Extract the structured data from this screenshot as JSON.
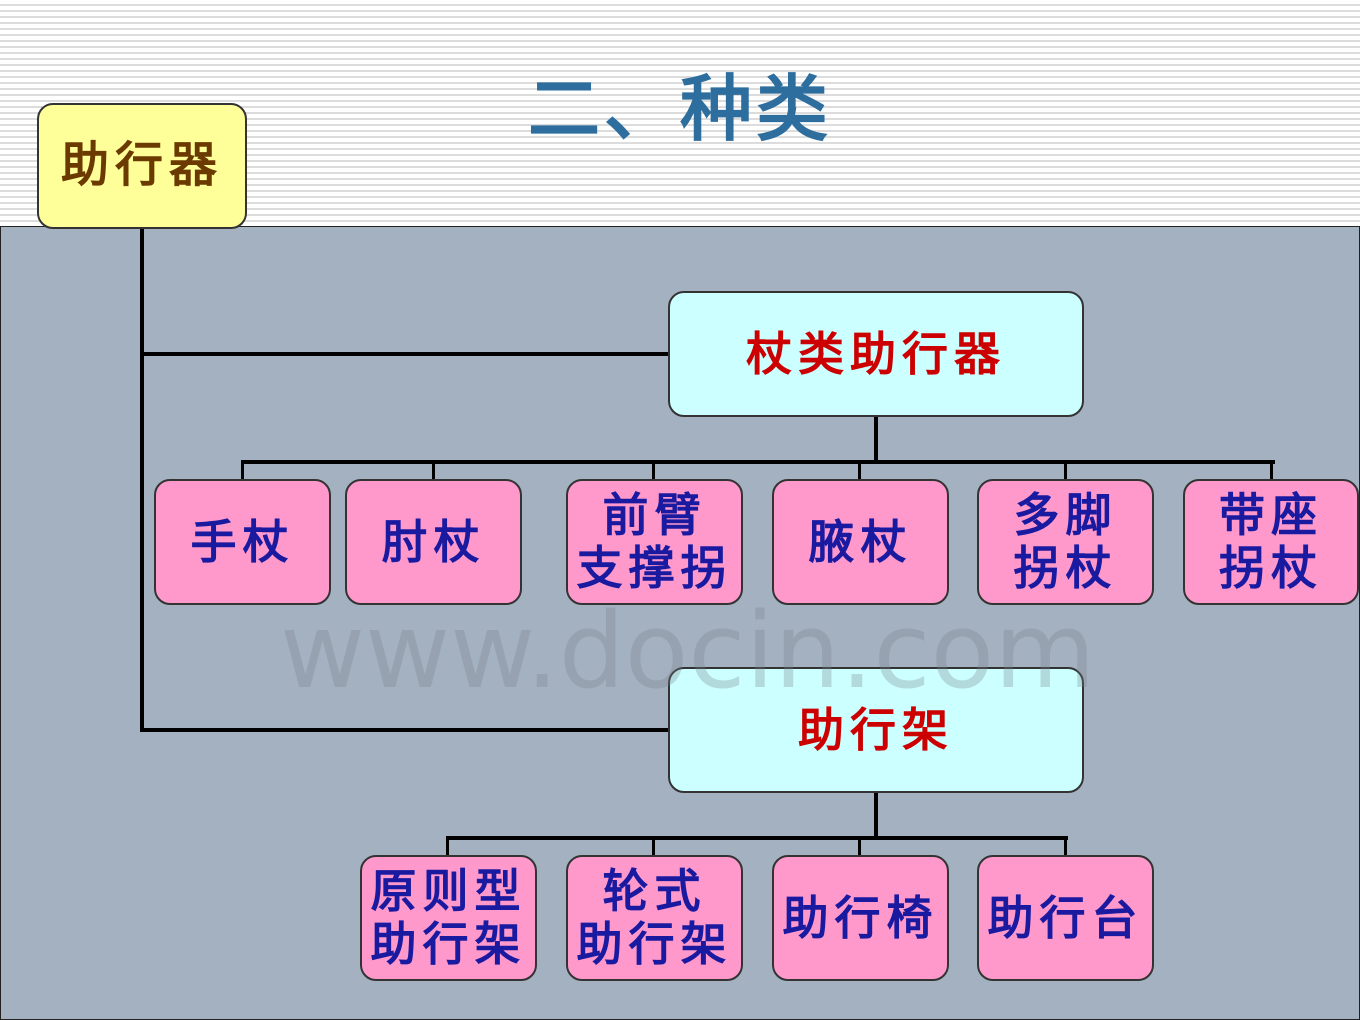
{
  "title": "二、种类",
  "root": "助行器",
  "categories": [
    {
      "label": "杖类助行器",
      "children": [
        [
          "手杖"
        ],
        [
          "肘杖"
        ],
        [
          "前臂",
          "支撑拐"
        ],
        [
          "腋杖"
        ],
        [
          "多脚",
          "拐杖"
        ],
        [
          "带座",
          "拐杖"
        ]
      ]
    },
    {
      "label": "助行架",
      "children": [
        [
          "原则型",
          "助行架"
        ],
        [
          "轮式",
          "助行架"
        ],
        [
          "助行椅"
        ],
        [
          "助行台"
        ]
      ]
    }
  ],
  "watermark": "www.docin.com",
  "colors": {
    "title": "#2e6e9e",
    "root_fill": "#ffff99",
    "root_text": "#6b3a00",
    "category_fill": "#ccffff",
    "category_text": "#cc0000",
    "leaf_fill": "#ff99cc",
    "leaf_text": "#1a1aa0",
    "panel": "#a4b1c0"
  }
}
